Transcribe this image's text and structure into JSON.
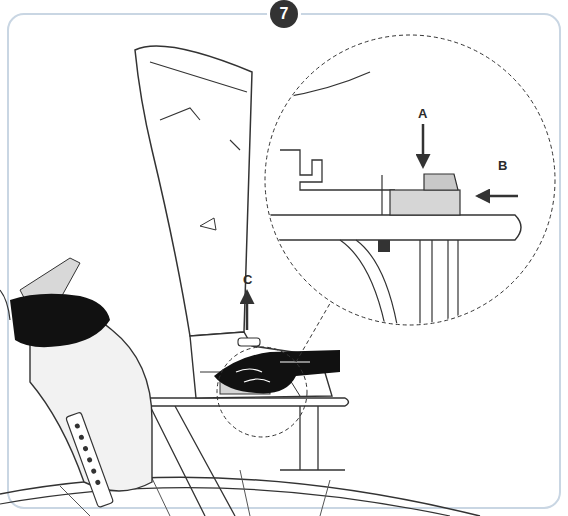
{
  "diagram": {
    "nodes": [
      {
        "text": [
          "7"
        ]
      }
    ],
    "labels": [
      "A",
      "B",
      "C"
    ]
  }
}
